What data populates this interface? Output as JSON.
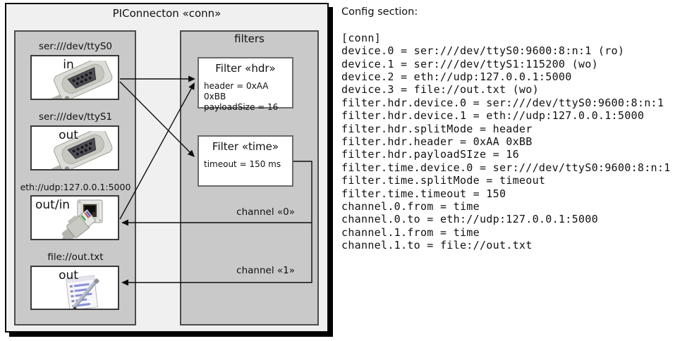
{
  "diagram": {
    "title": "PIConnecton «conn»",
    "devices_panel": {
      "devices": [
        {
          "label": "ser:///dev/ttyS0",
          "direction": "in",
          "icon": "serial-db9-connector"
        },
        {
          "label": "ser:///dev/ttyS1",
          "direction": "out",
          "icon": "serial-db9-connector"
        },
        {
          "label": "eth://udp:127.0.0.1:5000",
          "direction": "out/in",
          "icon": "ethernet-jack-and-cable"
        },
        {
          "label": "file://out.txt",
          "direction": "out",
          "icon": "notepad-with-pen"
        }
      ]
    },
    "filters_panel": {
      "title": "filters",
      "filters": [
        {
          "title": "Filter «hdr»",
          "attributes": [
            "header = 0xAA 0xBB",
            "payloadSize = 16"
          ]
        },
        {
          "title": "Filter «time»",
          "attributes": [
            "timeout = 150 ms"
          ]
        }
      ]
    },
    "channels": [
      {
        "label": "channel «0»"
      },
      {
        "label": "channel «1»"
      }
    ],
    "colors": {
      "frame_fill": "#f0f0f0",
      "panel_fill": "#c9c9c9",
      "box_fill": "#ffffff",
      "line": "#0d0d0d",
      "shadow": "#000000"
    }
  },
  "config": {
    "heading": "Config section:",
    "lines": [
      "[conn]",
      "device.0 = ser:///dev/ttyS0:9600:8:n:1 (ro)",
      "device.1 = ser:///dev/ttyS1:115200 (wo)",
      "device.2 = eth://udp:127.0.0.1:5000",
      "device.3 = file://out.txt (wo)",
      "filter.hdr.device.0 = ser:///dev/ttyS0:9600:8:n:1",
      "filter.hdr.device.1 = eth://udp:127.0.0.1:5000",
      "filter.hdr.splitMode = header",
      "filter.hdr.header = 0xAA 0xBB",
      "filter.hdr.payloadSIze = 16",
      "filter.time.device.0 = ser:///dev/ttyS0:9600:8:n:1",
      "filter.time.splitMode = timeout",
      "filter.time.timeout = 150",
      "channel.0.from = time",
      "channel.0.to = eth://udp:127.0.0.1:5000",
      "channel.1.from = time",
      "channel.1.to = file://out.txt"
    ]
  }
}
